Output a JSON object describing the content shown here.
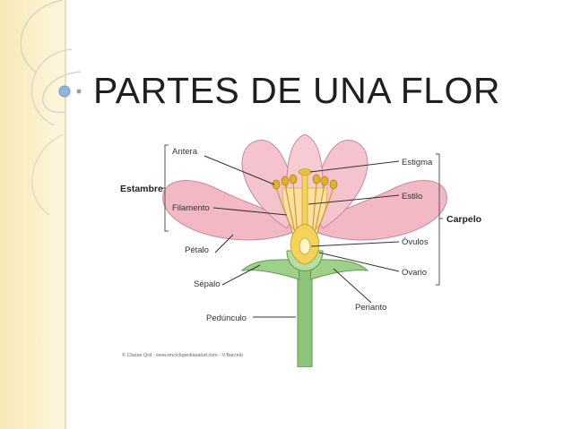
{
  "slide": {
    "title": "PARTES DE UNA FLOR"
  },
  "diagram": {
    "labels": {
      "antera": "Antera",
      "filamento": "Filamento",
      "petalo": "Pétalo",
      "sepalo": "Sépalo",
      "pedunculo": "Pedúnculo",
      "estigma": "Estigma",
      "estilo": "Estilo",
      "ovulos": "Óvulos",
      "ovario": "Ovario",
      "perianto": "Perianto"
    },
    "groups": {
      "estambre": "Estambre",
      "carpelo": "Carpelo"
    },
    "credit": "© Classe Qrd - www.enciclopediasalud.com - V.Barcelo"
  },
  "colors": {
    "petal": "#f2b8c4",
    "petal_stroke": "#c98a98",
    "stem": "#8cc47a",
    "ovary": "#f3d35a",
    "accent_band": "#f6e8b6"
  }
}
